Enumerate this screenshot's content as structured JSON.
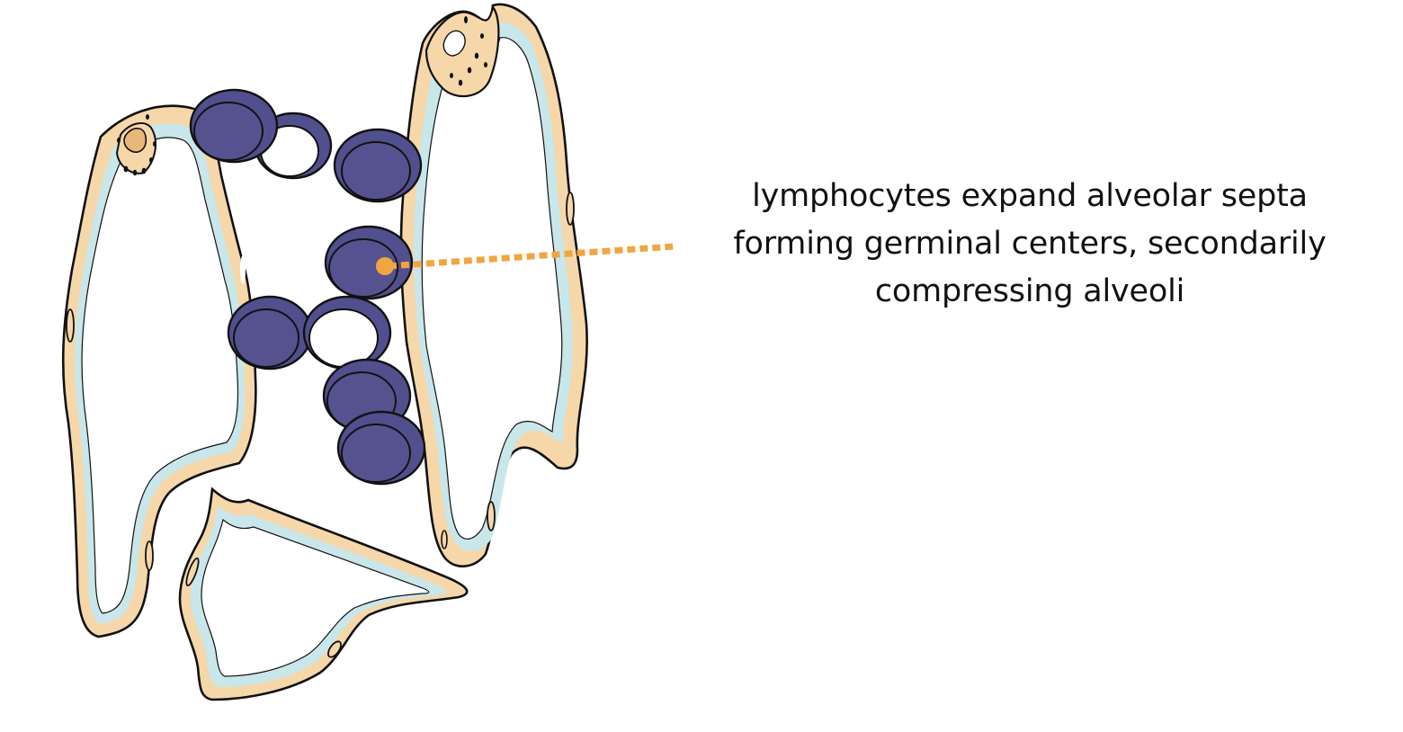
{
  "annotation": {
    "lines": [
      "lymphocytes expand alveolar septa",
      "forming germinal centers, secondarily",
      "compressing alveoli"
    ]
  },
  "colors": {
    "tissue_wall": "#f5d7aa",
    "tissue_dark": "#e8b87a",
    "epithelium": "#c9e7ea",
    "lymphocyte_fill": "#524f8e",
    "lymphocyte_dark": "#3e3b78",
    "outline": "#111111",
    "pointer": "#f0a640"
  },
  "icons": {
    "pointer_dot": "orange-circle",
    "lymphocyte": "blue-round-cell",
    "ghost_cell": "white-ring-cell"
  }
}
